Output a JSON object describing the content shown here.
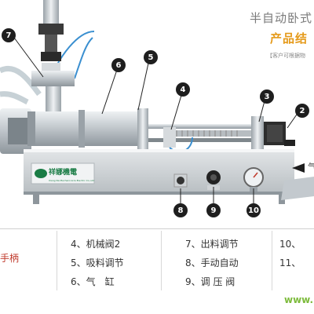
{
  "header": {
    "title": "半自动卧式",
    "subtitle": "产品结",
    "note": "【客户可根据物"
  },
  "machine": {
    "brand_cn": "祥娜機電",
    "brand_en": "Xiang Na Mechanical & Electric Co.,Ltd",
    "arrow_label": "气",
    "colors": {
      "steel": "#c9ced3",
      "dark": "#222222",
      "accent": "#1e1e1e"
    }
  },
  "callouts": [
    {
      "num": "7"
    },
    {
      "num": "6"
    },
    {
      "num": "5"
    },
    {
      "num": "4"
    },
    {
      "num": "3"
    },
    {
      "num": "2"
    },
    {
      "num": "8"
    },
    {
      "num": "9"
    },
    {
      "num": "10"
    }
  ],
  "legend": [
    {
      "text": "手柄"
    },
    {
      "text": "4、机械阀2"
    },
    {
      "text": "5、吸料调节"
    },
    {
      "text": "6、气　缸"
    },
    {
      "text": "7、出料调节"
    },
    {
      "text": "8、手动自动"
    },
    {
      "text": "9、调 压 阀"
    },
    {
      "text": "10、"
    },
    {
      "text": "11、"
    }
  ],
  "footer": {
    "watermark": "www."
  }
}
